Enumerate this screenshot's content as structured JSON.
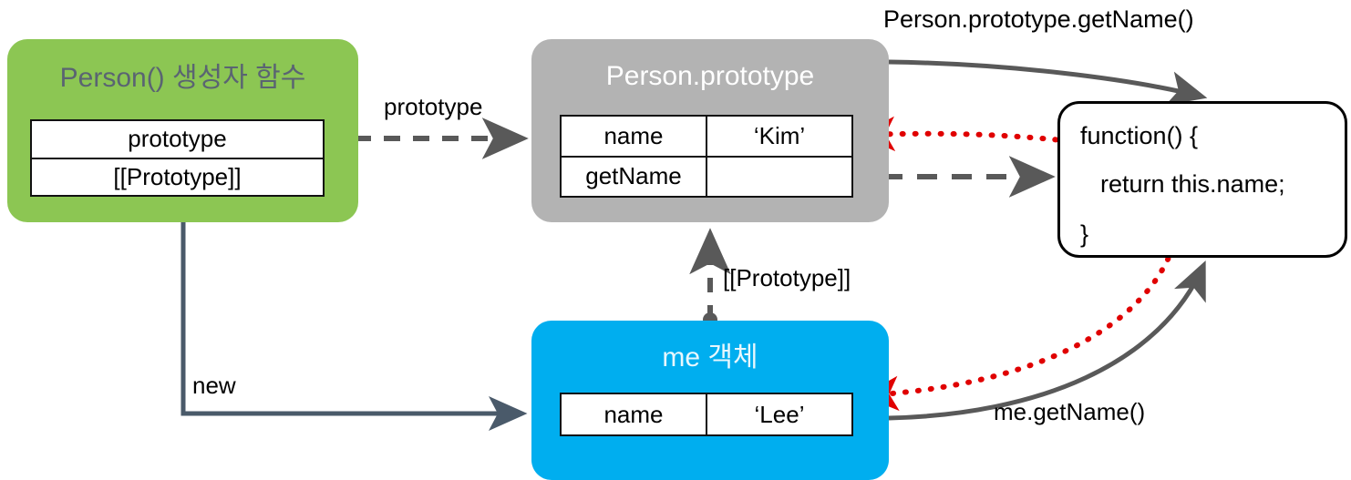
{
  "diagram": {
    "title_bar": "Person.prototype.getName()",
    "nodes": {
      "constructor": {
        "title": "Person() 생성자 함수",
        "color": "#8CC653",
        "rows": [
          {
            "label": "prototype"
          },
          {
            "label": "[[Prototype]]"
          }
        ]
      },
      "prototype": {
        "title": "Person.prototype",
        "color": "#b3b3b3",
        "rows": [
          {
            "key": "name",
            "value": "‘Kim’"
          },
          {
            "key": "getName",
            "value": ""
          }
        ]
      },
      "instance": {
        "title": "me 객체",
        "color": "#00AEEF",
        "rows": [
          {
            "key": "name",
            "value": "‘Lee’"
          }
        ]
      },
      "function": {
        "lines": [
          "function() {",
          "return this.name;",
          "}"
        ],
        "color": "#ffffff"
      }
    },
    "edges": {
      "prototype_link": "prototype",
      "hidden_prototype": "[[Prototype]]",
      "new_link": "new",
      "proto_call": "Person.prototype.getName()",
      "me_call": "me.getName()"
    },
    "colors": {
      "green": "#8CC653",
      "gray": "#b3b3b3",
      "blue": "#00AEEF",
      "arrow_gray": "#595959",
      "arrow_slate": "#4a5a6a",
      "arrow_red": "#e00000",
      "title_slate": "#5a6472"
    }
  }
}
